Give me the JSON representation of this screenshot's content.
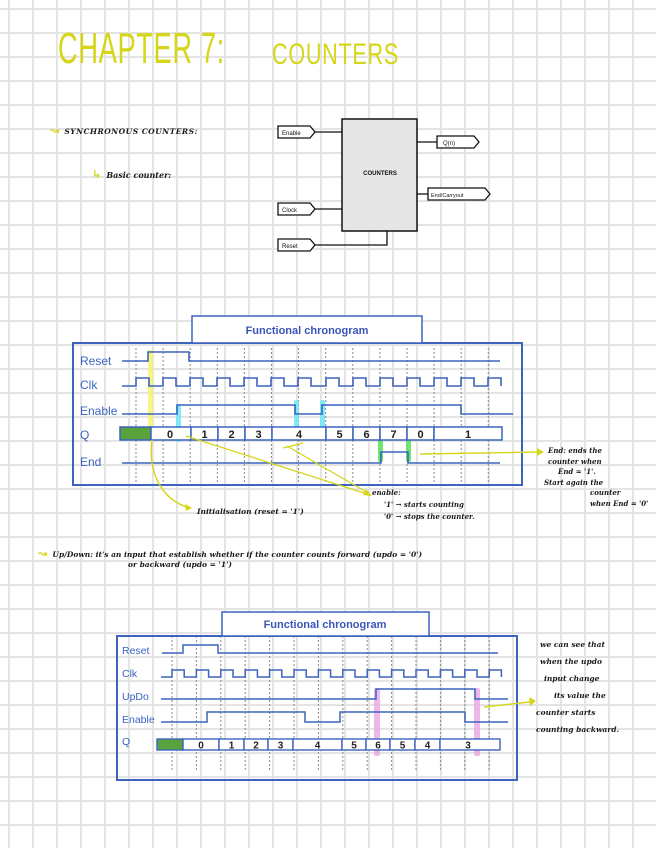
{
  "header": {
    "chapter": "CHAPTER 7:",
    "topic": "COUNTERS"
  },
  "section1": {
    "heading": "SYNCHRONOUS COUNTERS:",
    "subheading": "Basic counter:"
  },
  "block_diagram": {
    "block_label": "COUNTERS",
    "inputs": [
      "Enable",
      "Clock",
      "Reset"
    ],
    "outputs": [
      "Q(n)",
      "End/Carryout"
    ],
    "colors": {
      "block_fill": "#e6e6e6",
      "stroke": "#111111"
    }
  },
  "chronogram1": {
    "title": "Functional chronogram",
    "signals": [
      "Reset",
      "Clk",
      "Enable",
      "Q",
      "End"
    ],
    "q_values": [
      "",
      "0",
      "1",
      "2",
      "3",
      "4",
      "5",
      "6",
      "7",
      "0",
      "1"
    ],
    "highlights": {
      "reset": "#f5f56a",
      "enable": "#6de8f5",
      "end": "#58e058",
      "initial_state": "#5aa23c"
    }
  },
  "annotations1": {
    "end_note": [
      "End: ends the",
      "counter when",
      "End = '1'.",
      "Start again the",
      "counter",
      "when End = '0'"
    ],
    "init_note": "Initialisation (reset = '1')",
    "enable_note": [
      "enable:",
      "'1' → starts counting",
      "'0' → stops the counter."
    ]
  },
  "section2": {
    "text_line1": "Up/Down: it's an input that establish whether if the counter counts forward (updo = '0')",
    "text_line2": "or backward (updo = '1')"
  },
  "chronogram2": {
    "title": "Functional chronogram",
    "signals": [
      "Reset",
      "Clk",
      "UpDo",
      "Enable",
      "Q"
    ],
    "q_values": [
      "",
      "0",
      "1",
      "2",
      "3",
      "4",
      "5",
      "6",
      "5",
      "4",
      "3"
    ],
    "highlights": {
      "updo": "#e9a6e3",
      "initial_state": "#5aa23c"
    }
  },
  "annotations2": {
    "updo_note": [
      "we can see that",
      "when the updo",
      "input change",
      "its value the",
      "counter starts",
      "counting backward."
    ]
  },
  "colors": {
    "accent_yellow": "#d6d619",
    "signal_blue": "#3d63bf",
    "grid": "#e4e4e4"
  }
}
